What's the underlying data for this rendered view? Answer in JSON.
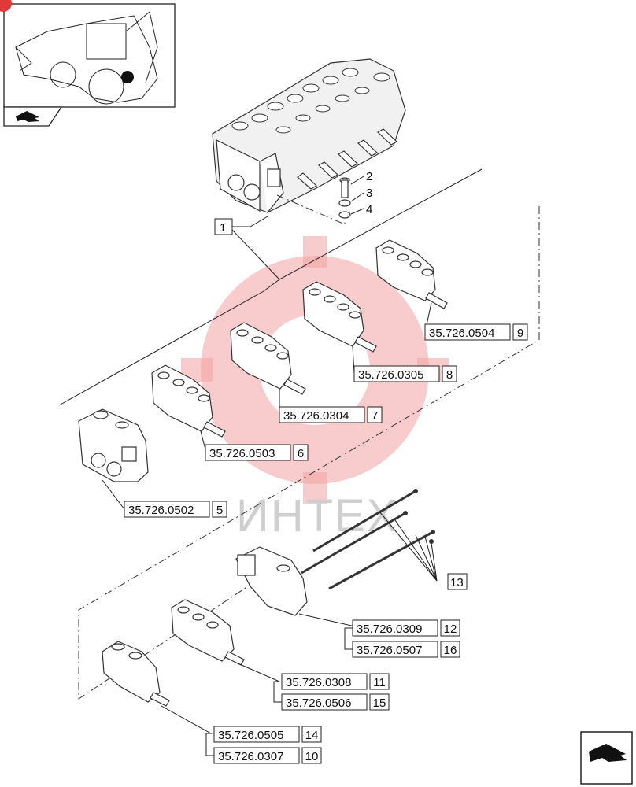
{
  "callouts": {
    "c1": "1",
    "c2": "2",
    "c3": "3",
    "c4": "4",
    "c13": "13"
  },
  "parts": [
    {
      "code": "35.726.0504",
      "num": "9"
    },
    {
      "code": "35.726.0305",
      "num": "8"
    },
    {
      "code": "35.726.0304",
      "num": "7"
    },
    {
      "code": "35.726.0503",
      "num": "6"
    },
    {
      "code": "35.726.0502",
      "num": "5"
    },
    {
      "code": "35.726.0309",
      "num": "12"
    },
    {
      "code": "35.726.0507",
      "num": "16"
    },
    {
      "code": "35.726.0308",
      "num": "11"
    },
    {
      "code": "35.726.0506",
      "num": "15"
    },
    {
      "code": "35.726.0505",
      "num": "14"
    },
    {
      "code": "35.726.0307",
      "num": "10"
    }
  ],
  "watermark": "ИНТЕХ",
  "colors": {
    "watermark": "#f2a3a3",
    "line": "#222222"
  },
  "icons": {
    "corner": "page-turn-arrow-icon",
    "badge": "red-dot-icon"
  }
}
